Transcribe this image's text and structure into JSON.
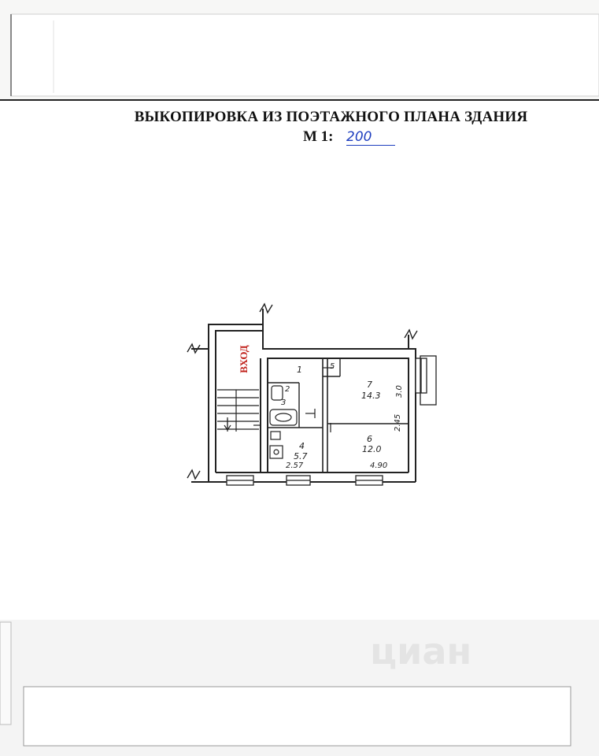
{
  "document": {
    "title": "ВЫКОПИРОВКА ИЗ ПОЭТАЖНОГО ПЛАНА ЗДАНИЯ",
    "scale_label": "М 1:",
    "scale_value": "200"
  },
  "plan": {
    "entrance_label": "ВХОД",
    "rooms": [
      {
        "number": "1"
      },
      {
        "number": "2"
      },
      {
        "number": "3"
      },
      {
        "number": "4",
        "area": "5.7"
      },
      {
        "number": "5"
      },
      {
        "number": "6",
        "area": "12.0"
      },
      {
        "number": "7",
        "area": "14.3"
      }
    ],
    "dimensions": {
      "kitchen_width": "2.57",
      "room6_width": "4.90",
      "room6_depth": "2.45",
      "room7_depth": "3.0"
    }
  },
  "watermark": {
    "text": "циан"
  },
  "colors": {
    "ink": "#222222",
    "handwriting": "#1f3fbf",
    "entrance": "#c0201a",
    "paper": "#ffffff"
  }
}
